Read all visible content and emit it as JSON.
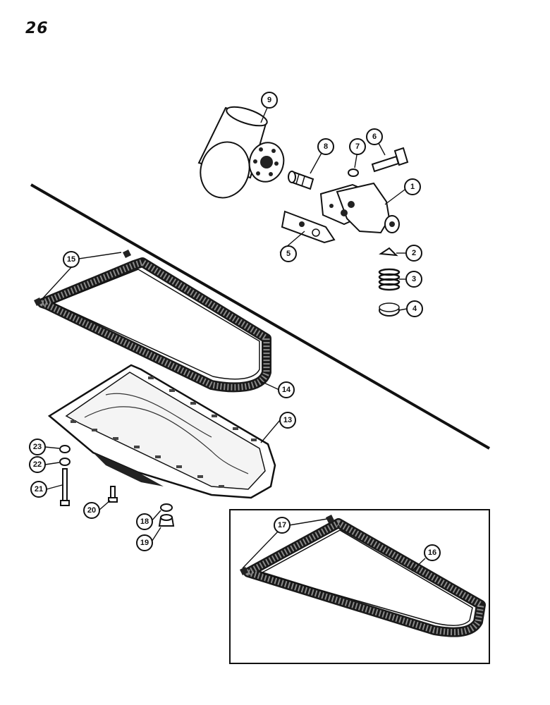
{
  "page": {
    "number": "26"
  },
  "callouts": [
    {
      "id": "c1",
      "label": "1"
    },
    {
      "id": "c2",
      "label": "2"
    },
    {
      "id": "c3",
      "label": "3"
    },
    {
      "id": "c4",
      "label": "4"
    },
    {
      "id": "c5",
      "label": "5"
    },
    {
      "id": "c6",
      "label": "6"
    },
    {
      "id": "c7",
      "label": "7"
    },
    {
      "id": "c8",
      "label": "8"
    },
    {
      "id": "c9",
      "label": "9"
    },
    {
      "id": "c13",
      "label": "13"
    },
    {
      "id": "c14",
      "label": "14"
    },
    {
      "id": "c15",
      "label": "15"
    },
    {
      "id": "c16",
      "label": "16"
    },
    {
      "id": "c17",
      "label": "17"
    },
    {
      "id": "c18",
      "label": "18"
    },
    {
      "id": "c19",
      "label": "19"
    },
    {
      "id": "c20",
      "label": "20"
    },
    {
      "id": "c21",
      "label": "21"
    },
    {
      "id": "c22",
      "label": "22"
    },
    {
      "id": "c23",
      "label": "23"
    }
  ]
}
